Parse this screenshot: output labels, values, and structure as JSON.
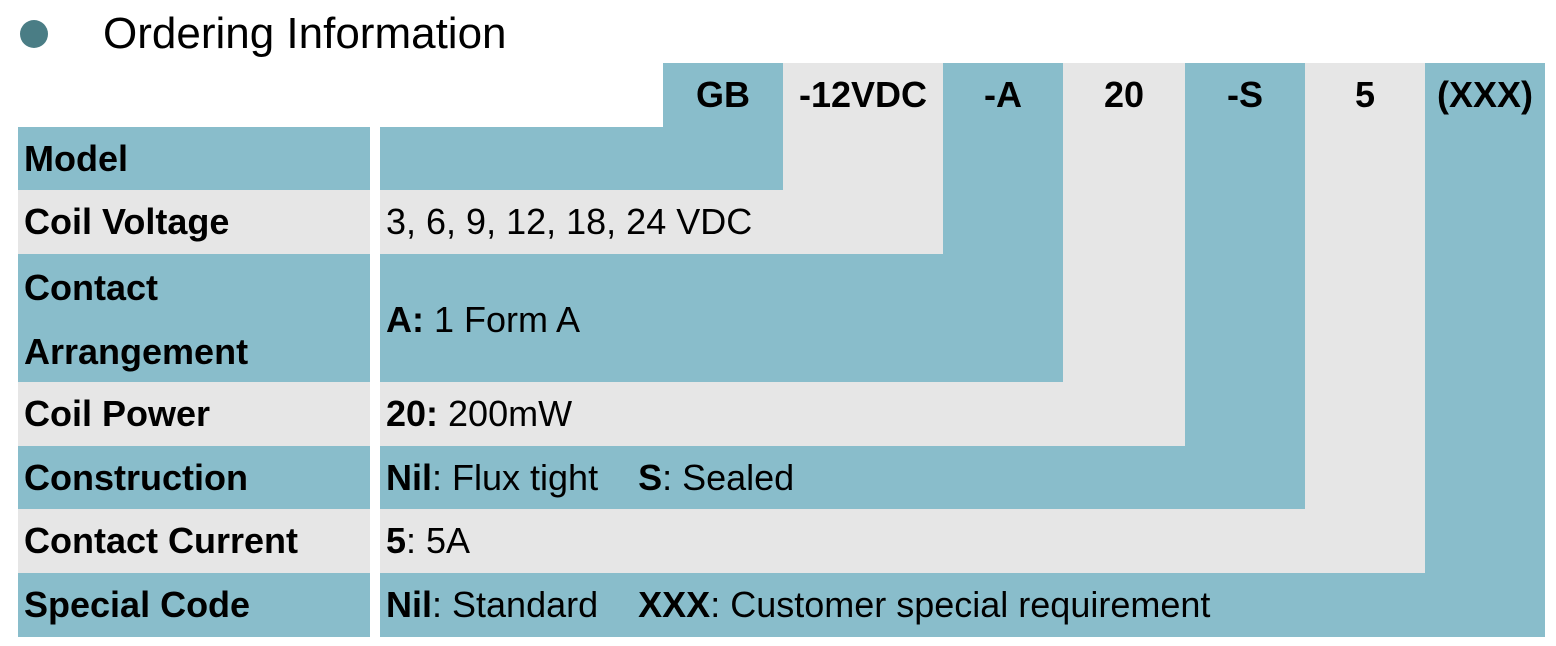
{
  "title": "Ordering Information",
  "codes": [
    "GB",
    "-12VDC",
    "-A",
    "20",
    "-S",
    "5",
    "(XXX)"
  ],
  "rows": [
    {
      "label": "Model"
    },
    {
      "label": "Coil Voltage",
      "value": "3, 6, 9, 12, 18, 24 VDC"
    },
    {
      "label_line1": "Contact",
      "label_line2": "Arrangement",
      "opt1_key": "A:",
      "opt1_text": " 1 Form A"
    },
    {
      "label": "Coil Power",
      "opt1_key": "20:",
      "opt1_text": " 200mW"
    },
    {
      "label": "Construction",
      "opt1_key": "Nil",
      "opt1_text": ": Flux tight",
      "opt2_key": "S",
      "opt2_text": ": Sealed"
    },
    {
      "label": "Contact Current",
      "opt1_key": "5",
      "opt1_text": ": 5A"
    },
    {
      "label": "Special Code",
      "opt1_key": "Nil",
      "opt1_text": ": Standard",
      "opt2_key": "XXX",
      "opt2_text": ": Customer special requirement"
    }
  ],
  "colors": {
    "teal": "#89bdcb",
    "gray": "#e6e6e6",
    "bullet": "#4a7d85"
  }
}
